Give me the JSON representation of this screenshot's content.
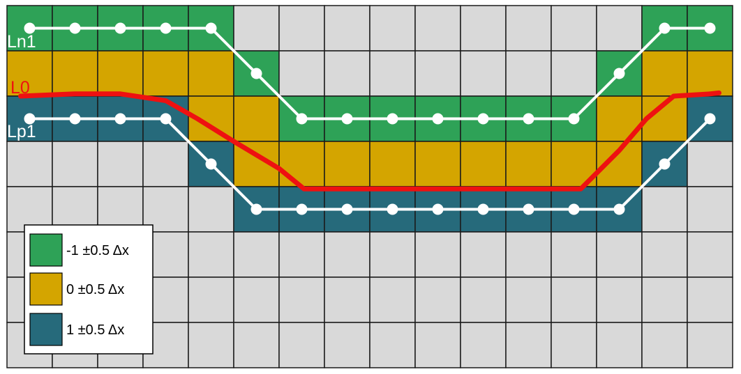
{
  "grid": {
    "rows": 8,
    "cols": 16,
    "cell_values": [
      [
        -1,
        -1,
        -1,
        -1,
        -1,
        null,
        null,
        null,
        null,
        null,
        null,
        null,
        null,
        null,
        -1,
        -1
      ],
      [
        0,
        0,
        0,
        0,
        0,
        -1,
        null,
        null,
        null,
        null,
        null,
        null,
        null,
        -1,
        0,
        0
      ],
      [
        1,
        1,
        1,
        1,
        0,
        0,
        -1,
        -1,
        -1,
        -1,
        -1,
        -1,
        -1,
        0,
        0,
        1
      ],
      [
        null,
        null,
        null,
        null,
        1,
        0,
        0,
        0,
        0,
        0,
        0,
        0,
        0,
        0,
        1,
        null
      ],
      [
        null,
        null,
        null,
        null,
        null,
        1,
        1,
        1,
        1,
        1,
        1,
        1,
        1,
        1,
        null,
        null
      ],
      [
        null,
        null,
        null,
        null,
        null,
        null,
        null,
        null,
        null,
        null,
        null,
        null,
        null,
        null,
        null,
        null
      ],
      [
        null,
        null,
        null,
        null,
        null,
        null,
        null,
        null,
        null,
        null,
        null,
        null,
        null,
        null,
        null,
        null
      ],
      [
        null,
        null,
        null,
        null,
        null,
        null,
        null,
        null,
        null,
        null,
        null,
        null,
        null,
        null,
        null,
        null
      ]
    ]
  },
  "colors": {
    "empty": "#d9d9d9",
    "neg1": "#2ea257",
    "zero": "#d4a500",
    "pos1": "#266a7b",
    "grid_line": "#1a1a1a",
    "L0": "#ee1111",
    "polyline": "#ffffff"
  },
  "lines": {
    "Ln1": {
      "label": "Ln1",
      "points": [
        [
          0,
          0
        ],
        [
          1,
          0
        ],
        [
          2,
          0
        ],
        [
          3,
          0
        ],
        [
          4,
          0
        ],
        [
          5,
          1
        ],
        [
          6,
          2
        ],
        [
          7,
          2
        ],
        [
          8,
          2
        ],
        [
          9,
          2
        ],
        [
          10,
          2
        ],
        [
          11,
          2
        ],
        [
          12,
          2
        ],
        [
          13,
          1
        ],
        [
          14,
          0
        ],
        [
          15,
          0
        ]
      ]
    },
    "L0": {
      "label": "L0",
      "points": [
        [
          -0.2,
          1.5
        ],
        [
          1,
          1.45
        ],
        [
          2,
          1.45
        ],
        [
          3,
          1.6
        ],
        [
          3.7,
          2
        ],
        [
          4.5,
          2.5
        ],
        [
          5.5,
          3.1
        ],
        [
          6.05,
          3.55
        ],
        [
          7,
          3.55
        ],
        [
          8,
          3.55
        ],
        [
          9,
          3.55
        ],
        [
          10,
          3.55
        ],
        [
          11,
          3.55
        ],
        [
          12.15,
          3.55
        ],
        [
          13,
          2.7
        ],
        [
          13.6,
          2
        ],
        [
          14.2,
          1.5
        ],
        [
          15,
          1.45
        ],
        [
          15.2,
          1.43
        ]
      ]
    },
    "Lp1": {
      "label": "Lp1",
      "points": [
        [
          0,
          2
        ],
        [
          1,
          2
        ],
        [
          2,
          2
        ],
        [
          3,
          2
        ],
        [
          4,
          3
        ],
        [
          5,
          4
        ],
        [
          6,
          4
        ],
        [
          7,
          4
        ],
        [
          8,
          4
        ],
        [
          9,
          4
        ],
        [
          10,
          4
        ],
        [
          11,
          4
        ],
        [
          12,
          4
        ],
        [
          13,
          4
        ],
        [
          14,
          3
        ],
        [
          15,
          2
        ]
      ]
    }
  },
  "legend": {
    "items": [
      {
        "label": "-1 ±0.5 Δx",
        "color_key": "neg1"
      },
      {
        "label": "0 ±0.5 Δx",
        "color_key": "zero"
      },
      {
        "label": "1 ±0.5 Δx",
        "color_key": "pos1"
      }
    ]
  }
}
